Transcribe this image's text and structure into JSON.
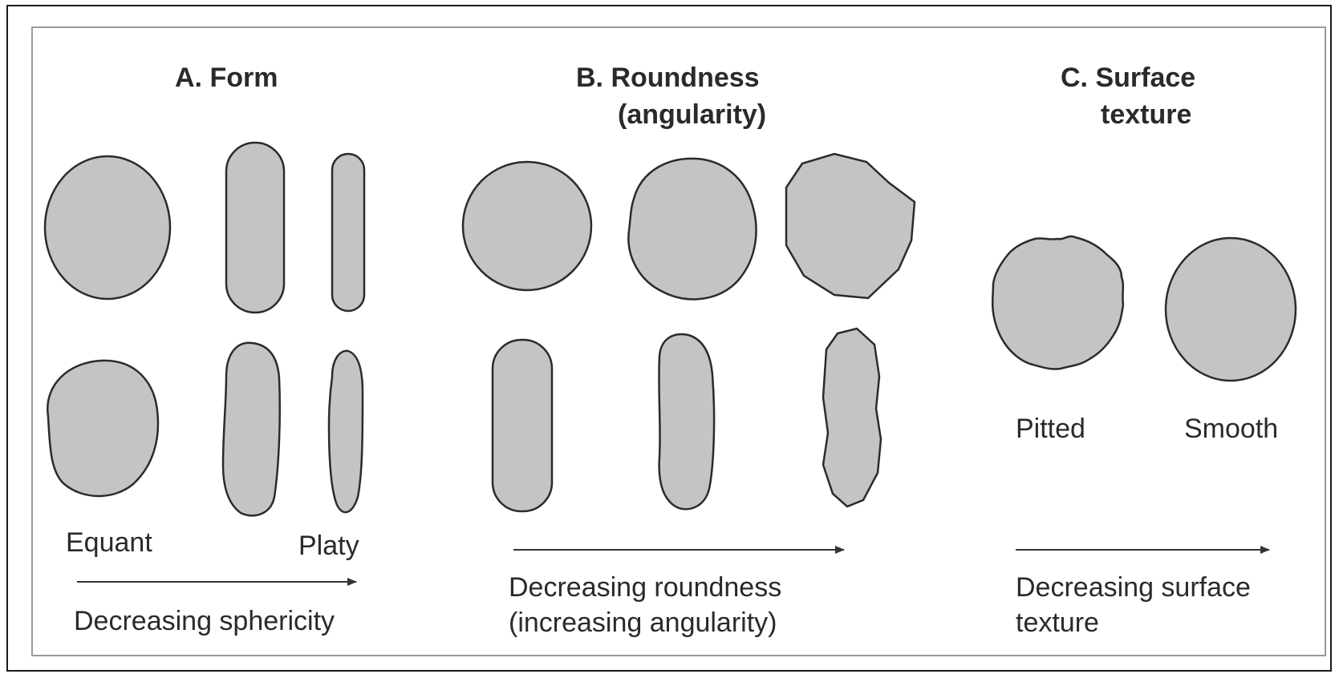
{
  "panels": {
    "form": {
      "title": "A. Form",
      "label_left": "Equant",
      "label_right": "Platy",
      "caption": "Decreasing sphericity"
    },
    "roundness": {
      "title_line1": "B. Roundness",
      "title_line2": "(angularity)",
      "caption_line1": "Decreasing roundness",
      "caption_line2": "(increasing angularity)"
    },
    "texture": {
      "title_line1": "C. Surface",
      "title_line2": "texture",
      "label_left": "Pitted",
      "label_right": "Smooth",
      "caption_line1": "Decreasing surface",
      "caption_line2": "texture"
    }
  },
  "colors": {
    "particle_fill": "#c4c4c4",
    "particle_stroke": "#2b2b2b",
    "panel_border": "#9a9a9a",
    "text": "#2a2a2a"
  }
}
